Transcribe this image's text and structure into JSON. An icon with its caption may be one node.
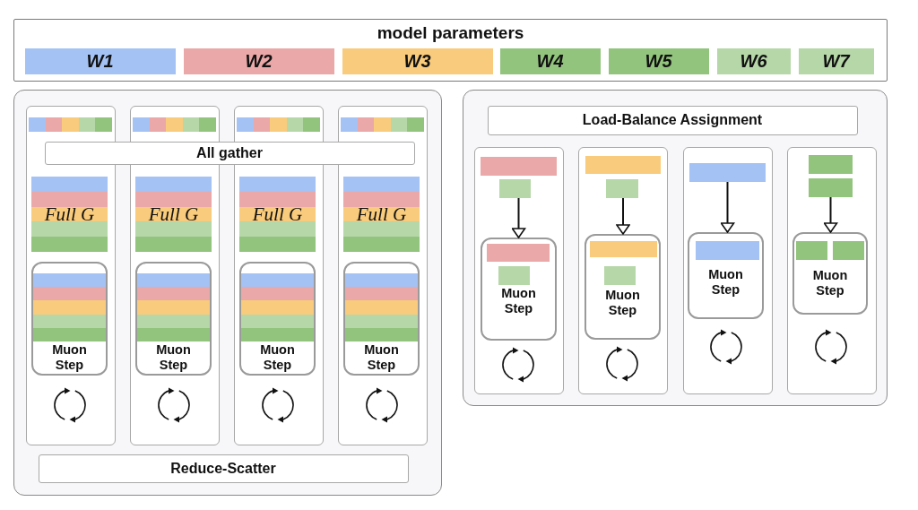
{
  "diagram": {
    "nodes": [
      {
        "text": [
          "model parameters"
        ]
      },
      {
        "text": [
          "W1"
        ],
        "in": 0
      },
      {
        "text": [
          "W2"
        ],
        "in": 0
      },
      {
        "text": [
          "W3"
        ],
        "in": 0
      },
      {
        "text": [
          "W4"
        ],
        "in": 0
      },
      {
        "text": [
          "W5"
        ],
        "in": 0
      },
      {
        "text": [
          "W6"
        ],
        "in": 0
      },
      {
        "text": [
          "W7"
        ],
        "in": 0
      },
      {
        "text": [],
        "shape": "box"
      },
      {
        "text": [
          "All gather"
        ],
        "in": 8
      },
      {
        "text": [],
        "shape": "box",
        "in": 8
      },
      {
        "text": [
          "Full G"
        ],
        "in": 10
      },
      {
        "text": [
          "Muon Step"
        ],
        "in": 10
      },
      {
        "text": [],
        "shape": "box",
        "in": 8
      },
      {
        "text": [
          "Full G"
        ],
        "in": 13
      },
      {
        "text": [
          "Muon Step"
        ],
        "in": 13
      },
      {
        "text": [],
        "shape": "box",
        "in": 8
      },
      {
        "text": [
          "Full G"
        ],
        "in": 16
      },
      {
        "text": [
          "Muon Step"
        ],
        "in": 16
      },
      {
        "text": [],
        "shape": "box",
        "in": 8
      },
      {
        "text": [
          "Full G"
        ],
        "in": 19
      },
      {
        "text": [
          "Muon Step"
        ],
        "in": 19
      },
      {
        "text": [
          "Reduce-Scatter"
        ],
        "in": 8
      },
      {
        "text": [],
        "shape": "box"
      },
      {
        "text": [
          "Load-Balance Assignment"
        ],
        "in": 23
      },
      {
        "text": [],
        "shape": "box",
        "in": 23
      },
      {
        "text": [],
        "shape": "bar",
        "in": 25
      },
      {
        "text": [
          "Muon Step"
        ],
        "in": 25
      },
      {
        "text": [],
        "shape": "box",
        "in": 23
      },
      {
        "text": [],
        "shape": "bar",
        "in": 28
      },
      {
        "text": [
          "Muon Step"
        ],
        "in": 28
      },
      {
        "text": [],
        "shape": "box",
        "in": 23
      },
      {
        "text": [],
        "shape": "bar",
        "in": 31
      },
      {
        "text": [
          "Muon Step"
        ],
        "in": 31
      },
      {
        "text": [],
        "shape": "box",
        "in": 23
      },
      {
        "text": [],
        "shape": "bar",
        "in": 34
      },
      {
        "text": [
          "Muon Step"
        ],
        "in": 34
      }
    ],
    "edges": [
      {
        "from": 26,
        "to": 27,
        "arrow": "to"
      },
      {
        "from": 29,
        "to": 30,
        "arrow": "to"
      },
      {
        "from": 32,
        "to": 33,
        "arrow": "to"
      },
      {
        "from": 35,
        "to": 36,
        "arrow": "to"
      }
    ]
  }
}
